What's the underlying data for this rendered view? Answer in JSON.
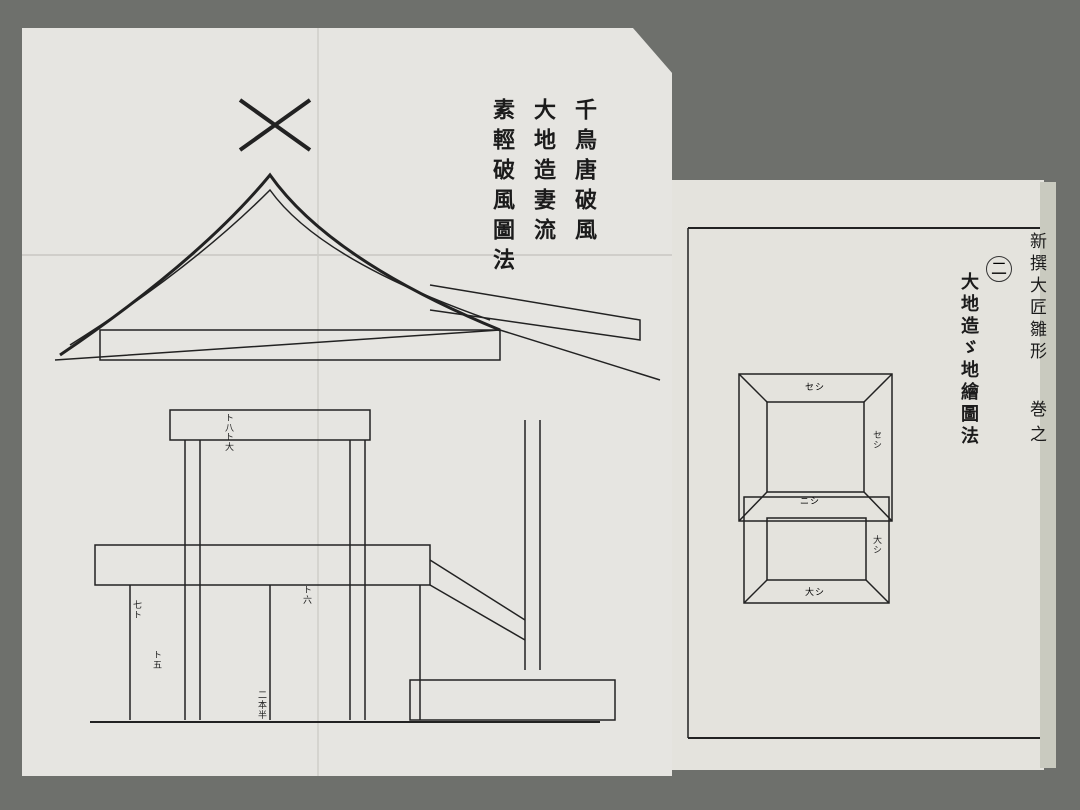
{
  "left_page": {
    "title_columns": [
      "千鳥唐破風",
      "大地造妻流",
      "素輕破風圖法"
    ],
    "labels": [
      "ト八",
      "ト六",
      "ト五",
      "ト大",
      "七ト",
      "二本半"
    ]
  },
  "right_page": {
    "number": "二",
    "title": "大地造ゞ地繪圖法",
    "margin_title": "新撰大匠雛形",
    "volume": "巻之",
    "plan_labels": [
      "セシ",
      "セシ",
      "ニシ",
      "大シ",
      "大シ"
    ]
  }
}
